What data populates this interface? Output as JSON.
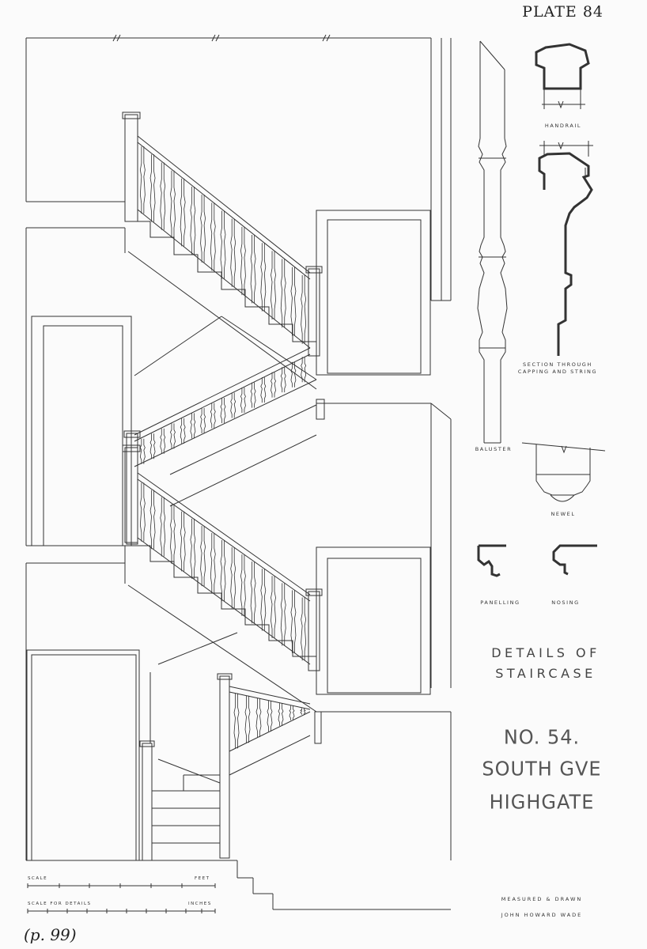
{
  "header": {
    "plate": "PLATE 84"
  },
  "labels": {
    "handrail": "HANDRAIL",
    "section_line1": "SECTION THROUGH",
    "section_line2": "CAPPING AND STRING",
    "baluster": "BALUSTER",
    "newel": "NEWEL",
    "panelling": "PANELLING",
    "nosing": "NOSING"
  },
  "title": {
    "line1": "DETAILS OF",
    "line2": "STAIRCASE"
  },
  "address": {
    "line1": "NO. 54.",
    "line2": "SOUTH GVE",
    "line3": "HIGHGATE"
  },
  "credit": {
    "line1": "MEASURED & DRAWN",
    "line2": "JOHN HOWARD WADE"
  },
  "scale": {
    "feet_label": "SCALE",
    "feet_unit": "FEET",
    "details_label": "SCALE FOR DETAILS",
    "details_unit": "INCHES"
  },
  "footer": {
    "page_ref": "(p. 99)"
  }
}
